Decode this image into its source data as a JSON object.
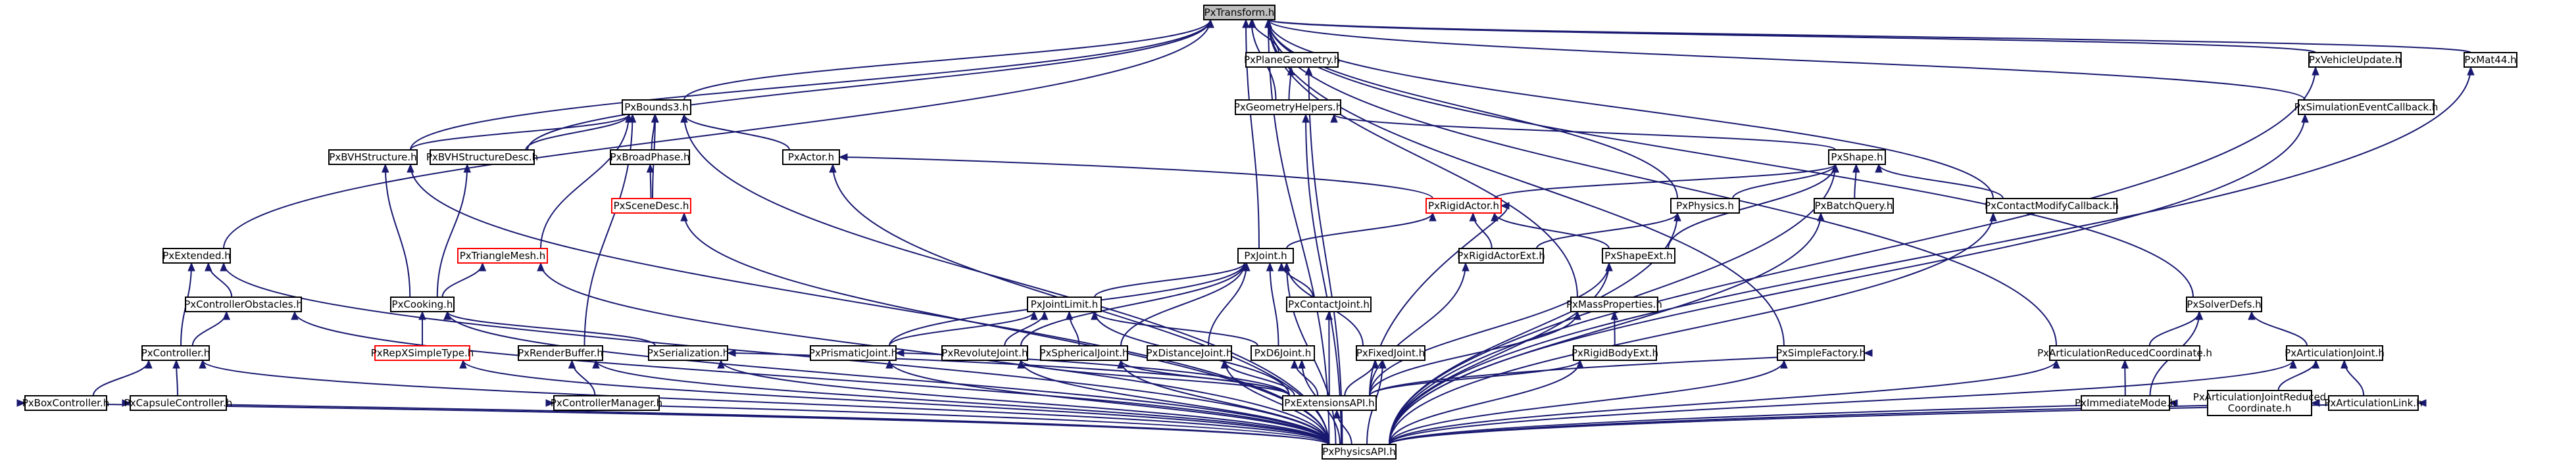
{
  "colors": {
    "edge": "#191970",
    "node_fill": "#ffffff",
    "root_fill": "#bfbfbf",
    "node_border": "#000000",
    "highlight_border": "#ff0000"
  },
  "nodes": [
    {
      "id": "transform",
      "label": "PxTransform.h",
      "root": true
    },
    {
      "id": "planegeom",
      "label": "PxPlaneGeometry.h"
    },
    {
      "id": "vehicle",
      "label": "PxVehicleUpdate.h"
    },
    {
      "id": "mat44",
      "label": "PxMat44.h"
    },
    {
      "id": "bounds3",
      "label": "PxBounds3.h"
    },
    {
      "id": "geomhelpers",
      "label": "PxGeometryHelpers.h"
    },
    {
      "id": "simevent",
      "label": "PxSimulationEventCallback.h"
    },
    {
      "id": "bvhstruct",
      "label": "PxBVHStructure.h"
    },
    {
      "id": "bvhdesc",
      "label": "PxBVHStructureDesc.h"
    },
    {
      "id": "broadphase",
      "label": "PxBroadPhase.h"
    },
    {
      "id": "actor",
      "label": "PxActor.h"
    },
    {
      "id": "shape",
      "label": "PxShape.h"
    },
    {
      "id": "scenedesc",
      "label": "PxSceneDesc.h",
      "highlight": true
    },
    {
      "id": "rigidactor",
      "label": "PxRigidActor.h",
      "highlight": true
    },
    {
      "id": "physics",
      "label": "PxPhysics.h"
    },
    {
      "id": "batchquery",
      "label": "PxBatchQuery.h"
    },
    {
      "id": "contactmodify",
      "label": "PxContactModifyCallback.h"
    },
    {
      "id": "extended",
      "label": "PxExtended.h"
    },
    {
      "id": "trianglemesh",
      "label": "PxTriangleMesh.h",
      "highlight": true
    },
    {
      "id": "joint",
      "label": "PxJoint.h"
    },
    {
      "id": "rigidactorext",
      "label": "PxRigidActorExt.h"
    },
    {
      "id": "shapeext",
      "label": "PxShapeExt.h"
    },
    {
      "id": "ctrlobst",
      "label": "PxControllerObstacles.h"
    },
    {
      "id": "cooking",
      "label": "PxCooking.h"
    },
    {
      "id": "jointlimit",
      "label": "PxJointLimit.h"
    },
    {
      "id": "contactjoint",
      "label": "PxContactJoint.h"
    },
    {
      "id": "massprops",
      "label": "PxMassProperties.h"
    },
    {
      "id": "solverdefs",
      "label": "PxSolverDefs.h"
    },
    {
      "id": "controller",
      "label": "PxController.h"
    },
    {
      "id": "repx",
      "label": "PxRepXSimpleType.h",
      "highlight": true
    },
    {
      "id": "renderbuf",
      "label": "PxRenderBuffer.h"
    },
    {
      "id": "serialization",
      "label": "PxSerialization.h"
    },
    {
      "id": "prismatic",
      "label": "PxPrismaticJoint.h"
    },
    {
      "id": "revolute",
      "label": "PxRevoluteJoint.h"
    },
    {
      "id": "spherical",
      "label": "PxSphericalJoint.h"
    },
    {
      "id": "distance",
      "label": "PxDistanceJoint.h"
    },
    {
      "id": "d6",
      "label": "PxD6Joint.h"
    },
    {
      "id": "fixed",
      "label": "PxFixedJoint.h"
    },
    {
      "id": "rigidbodyext",
      "label": "PxRigidBodyExt.h"
    },
    {
      "id": "simplefactory",
      "label": "PxSimpleFactory.h"
    },
    {
      "id": "artredcoord",
      "label": "PxArticulationReducedCoordinate.h"
    },
    {
      "id": "artjoint",
      "label": "PxArticulationJoint.h"
    },
    {
      "id": "boxctrl",
      "label": "PxBoxController.h"
    },
    {
      "id": "capsctrl",
      "label": "PxCapsuleController.h"
    },
    {
      "id": "ctrlmgr",
      "label": "PxControllerManager.h"
    },
    {
      "id": "extapi",
      "label": "PxExtensionsAPI.h"
    },
    {
      "id": "immediate",
      "label": "PxImmediateMode.h"
    },
    {
      "id": "artjointrc",
      "label": "PxArticulationJointReduced Coordinate.h"
    },
    {
      "id": "artlink",
      "label": "PxArticulationLink.h"
    },
    {
      "id": "physicsapi",
      "label": "PxPhysicsAPI.h"
    }
  ],
  "edges": [
    [
      "planegeom",
      "transform"
    ],
    [
      "vehicle",
      "transform"
    ],
    [
      "mat44",
      "transform"
    ],
    [
      "bounds3",
      "transform"
    ],
    [
      "geomhelpers",
      "transform"
    ],
    [
      "simevent",
      "transform"
    ],
    [
      "bvhstruct",
      "transform"
    ],
    [
      "bvhdesc",
      "transform"
    ],
    [
      "physics",
      "transform"
    ],
    [
      "contactmodify",
      "transform"
    ],
    [
      "extended",
      "transform"
    ],
    [
      "joint",
      "transform"
    ],
    [
      "massprops",
      "transform"
    ],
    [
      "simplefactory",
      "transform"
    ],
    [
      "solverdefs",
      "transform"
    ],
    [
      "artredcoord",
      "transform"
    ],
    [
      "physicsapi",
      "transform"
    ],
    [
      "geomhelpers",
      "planegeom"
    ],
    [
      "physicsapi",
      "planegeom"
    ],
    [
      "physicsapi",
      "vehicle"
    ],
    [
      "physicsapi",
      "mat44"
    ],
    [
      "bvhstruct",
      "bounds3"
    ],
    [
      "bvhdesc",
      "bounds3"
    ],
    [
      "broadphase",
      "bounds3"
    ],
    [
      "actor",
      "bounds3"
    ],
    [
      "scenedesc",
      "bounds3"
    ],
    [
      "trianglemesh",
      "bounds3"
    ],
    [
      "renderbuf",
      "bounds3"
    ],
    [
      "physicsapi",
      "bounds3"
    ],
    [
      "shape",
      "geomhelpers"
    ],
    [
      "physicsapi",
      "geomhelpers"
    ],
    [
      "physicsapi",
      "simevent"
    ],
    [
      "cooking",
      "bvhstruct"
    ],
    [
      "physicsapi",
      "bvhstruct"
    ],
    [
      "cooking",
      "bvhdesc"
    ],
    [
      "scenedesc",
      "broadphase"
    ],
    [
      "rigidactor",
      "actor"
    ],
    [
      "physicsapi",
      "actor"
    ],
    [
      "rigidactor",
      "shape"
    ],
    [
      "physics",
      "shape"
    ],
    [
      "batchquery",
      "shape"
    ],
    [
      "contactmodify",
      "shape"
    ],
    [
      "shapeext",
      "shape"
    ],
    [
      "physicsapi",
      "shape"
    ],
    [
      "physicsapi",
      "scenedesc"
    ],
    [
      "rigidactorext",
      "rigidactor"
    ],
    [
      "shapeext",
      "rigidactor"
    ],
    [
      "joint",
      "rigidactor"
    ],
    [
      "extapi",
      "rigidactor"
    ],
    [
      "rigidactorext",
      "physics"
    ],
    [
      "physicsapi",
      "physics"
    ],
    [
      "physicsapi",
      "batchquery"
    ],
    [
      "physicsapi",
      "contactmodify"
    ],
    [
      "ctrlobst",
      "extended"
    ],
    [
      "controller",
      "extended"
    ],
    [
      "physicsapi",
      "extended"
    ],
    [
      "cooking",
      "trianglemesh"
    ],
    [
      "physicsapi",
      "trianglemesh"
    ],
    [
      "jointlimit",
      "joint"
    ],
    [
      "contactjoint",
      "joint"
    ],
    [
      "prismatic",
      "joint"
    ],
    [
      "revolute",
      "joint"
    ],
    [
      "spherical",
      "joint"
    ],
    [
      "distance",
      "joint"
    ],
    [
      "d6",
      "joint"
    ],
    [
      "fixed",
      "joint"
    ],
    [
      "physicsapi",
      "joint"
    ],
    [
      "extapi",
      "rigidactorext"
    ],
    [
      "extapi",
      "shapeext"
    ],
    [
      "physicsapi",
      "shapeext"
    ],
    [
      "controller",
      "ctrlobst"
    ],
    [
      "physicsapi",
      "ctrlobst"
    ],
    [
      "repx",
      "cooking"
    ],
    [
      "serialization",
      "cooking"
    ],
    [
      "physicsapi",
      "cooking"
    ],
    [
      "prismatic",
      "jointlimit"
    ],
    [
      "revolute",
      "jointlimit"
    ],
    [
      "spherical",
      "jointlimit"
    ],
    [
      "d6",
      "jointlimit"
    ],
    [
      "extapi",
      "jointlimit"
    ],
    [
      "extapi",
      "contactjoint"
    ],
    [
      "rigidbodyext",
      "massprops"
    ],
    [
      "extapi",
      "massprops"
    ],
    [
      "artredcoord",
      "solverdefs"
    ],
    [
      "artjoint",
      "solverdefs"
    ],
    [
      "immediate",
      "solverdefs"
    ],
    [
      "boxctrl",
      "controller"
    ],
    [
      "capsctrl",
      "controller"
    ],
    [
      "physicsapi",
      "controller"
    ],
    [
      "physicsapi",
      "repx"
    ],
    [
      "ctrlmgr",
      "renderbuf"
    ],
    [
      "physicsapi",
      "renderbuf"
    ],
    [
      "extapi",
      "serialization"
    ],
    [
      "physicsapi",
      "serialization"
    ],
    [
      "physicsapi",
      "prismatic"
    ],
    [
      "extapi",
      "prismatic"
    ],
    [
      "extapi",
      "revolute"
    ],
    [
      "physicsapi",
      "revolute"
    ],
    [
      "extapi",
      "spherical"
    ],
    [
      "physicsapi",
      "spherical"
    ],
    [
      "extapi",
      "distance"
    ],
    [
      "physicsapi",
      "distance"
    ],
    [
      "extapi",
      "d6"
    ],
    [
      "physicsapi",
      "d6"
    ],
    [
      "extapi",
      "fixed"
    ],
    [
      "physicsapi",
      "fixed"
    ],
    [
      "extapi",
      "rigidbodyext"
    ],
    [
      "physicsapi",
      "rigidbodyext"
    ],
    [
      "extapi",
      "simplefactory"
    ],
    [
      "physicsapi",
      "simplefactory"
    ],
    [
      "immediate",
      "artredcoord"
    ],
    [
      "physicsapi",
      "artredcoord"
    ],
    [
      "artjointrc",
      "artjoint"
    ],
    [
      "artlink",
      "artjoint"
    ],
    [
      "physicsapi",
      "artjoint"
    ],
    [
      "physicsapi",
      "boxctrl"
    ],
    [
      "physicsapi",
      "capsctrl"
    ],
    [
      "physicsapi",
      "ctrlmgr"
    ],
    [
      "physicsapi",
      "extapi"
    ],
    [
      "physicsapi",
      "immediate"
    ],
    [
      "physicsapi",
      "artjointrc"
    ],
    [
      "physicsapi",
      "artlink"
    ]
  ]
}
